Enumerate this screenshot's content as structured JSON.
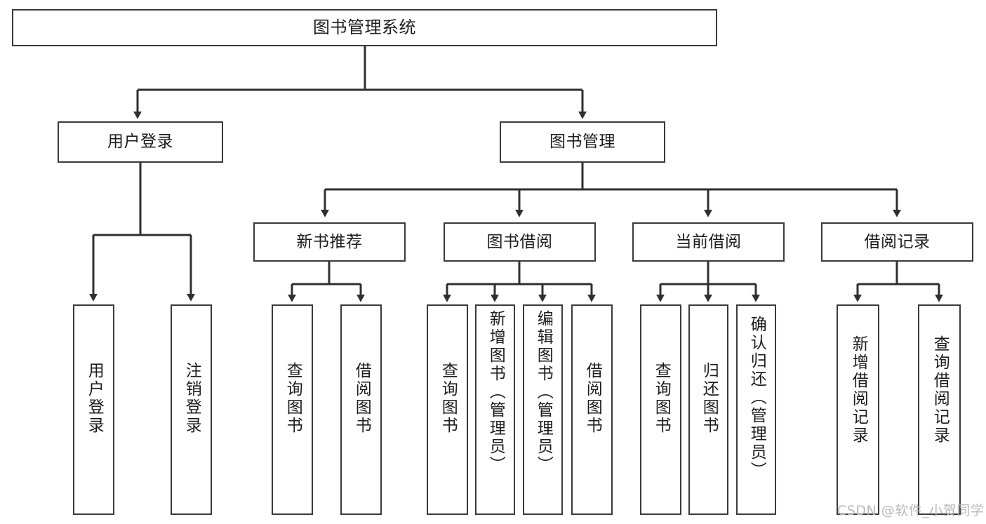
{
  "diagram": {
    "type": "hierarchy-tree",
    "title": "图书管理系统",
    "watermark": "CSDN @软件_小贺同学",
    "colors": {
      "box_border": "#3a3a3a",
      "box_fill": "#ffffff",
      "connector": "#2f2f2f",
      "text": "#1d1d1d",
      "watermark": "#b9b9b9",
      "background": "#ffffff"
    },
    "root": {
      "label": "图书管理系统"
    },
    "level2": [
      {
        "label": "用户登录"
      },
      {
        "label": "图书管理"
      }
    ],
    "level3": [
      {
        "label": "新书推荐"
      },
      {
        "label": "图书借阅"
      },
      {
        "label": "当前借阅"
      },
      {
        "label": "借阅记录"
      }
    ],
    "leaves": {
      "user_login": [
        {
          "label": "用户登录"
        },
        {
          "label": "注销登录"
        }
      ],
      "new_book_recommend": [
        {
          "label": "查询图书"
        },
        {
          "label": "借阅图书"
        }
      ],
      "book_borrow": [
        {
          "label": "查询图书"
        },
        {
          "label": "新增图书（管理员）"
        },
        {
          "label": "编辑图书（管理员）"
        },
        {
          "label": "借阅图书"
        }
      ],
      "current_borrow": [
        {
          "label": "查询图书"
        },
        {
          "label": "归还图书"
        },
        {
          "label": "确认归还（管理员）"
        }
      ],
      "borrow_record": [
        {
          "label": "新增借阅记录"
        },
        {
          "label": "查询借阅记录"
        }
      ]
    }
  }
}
